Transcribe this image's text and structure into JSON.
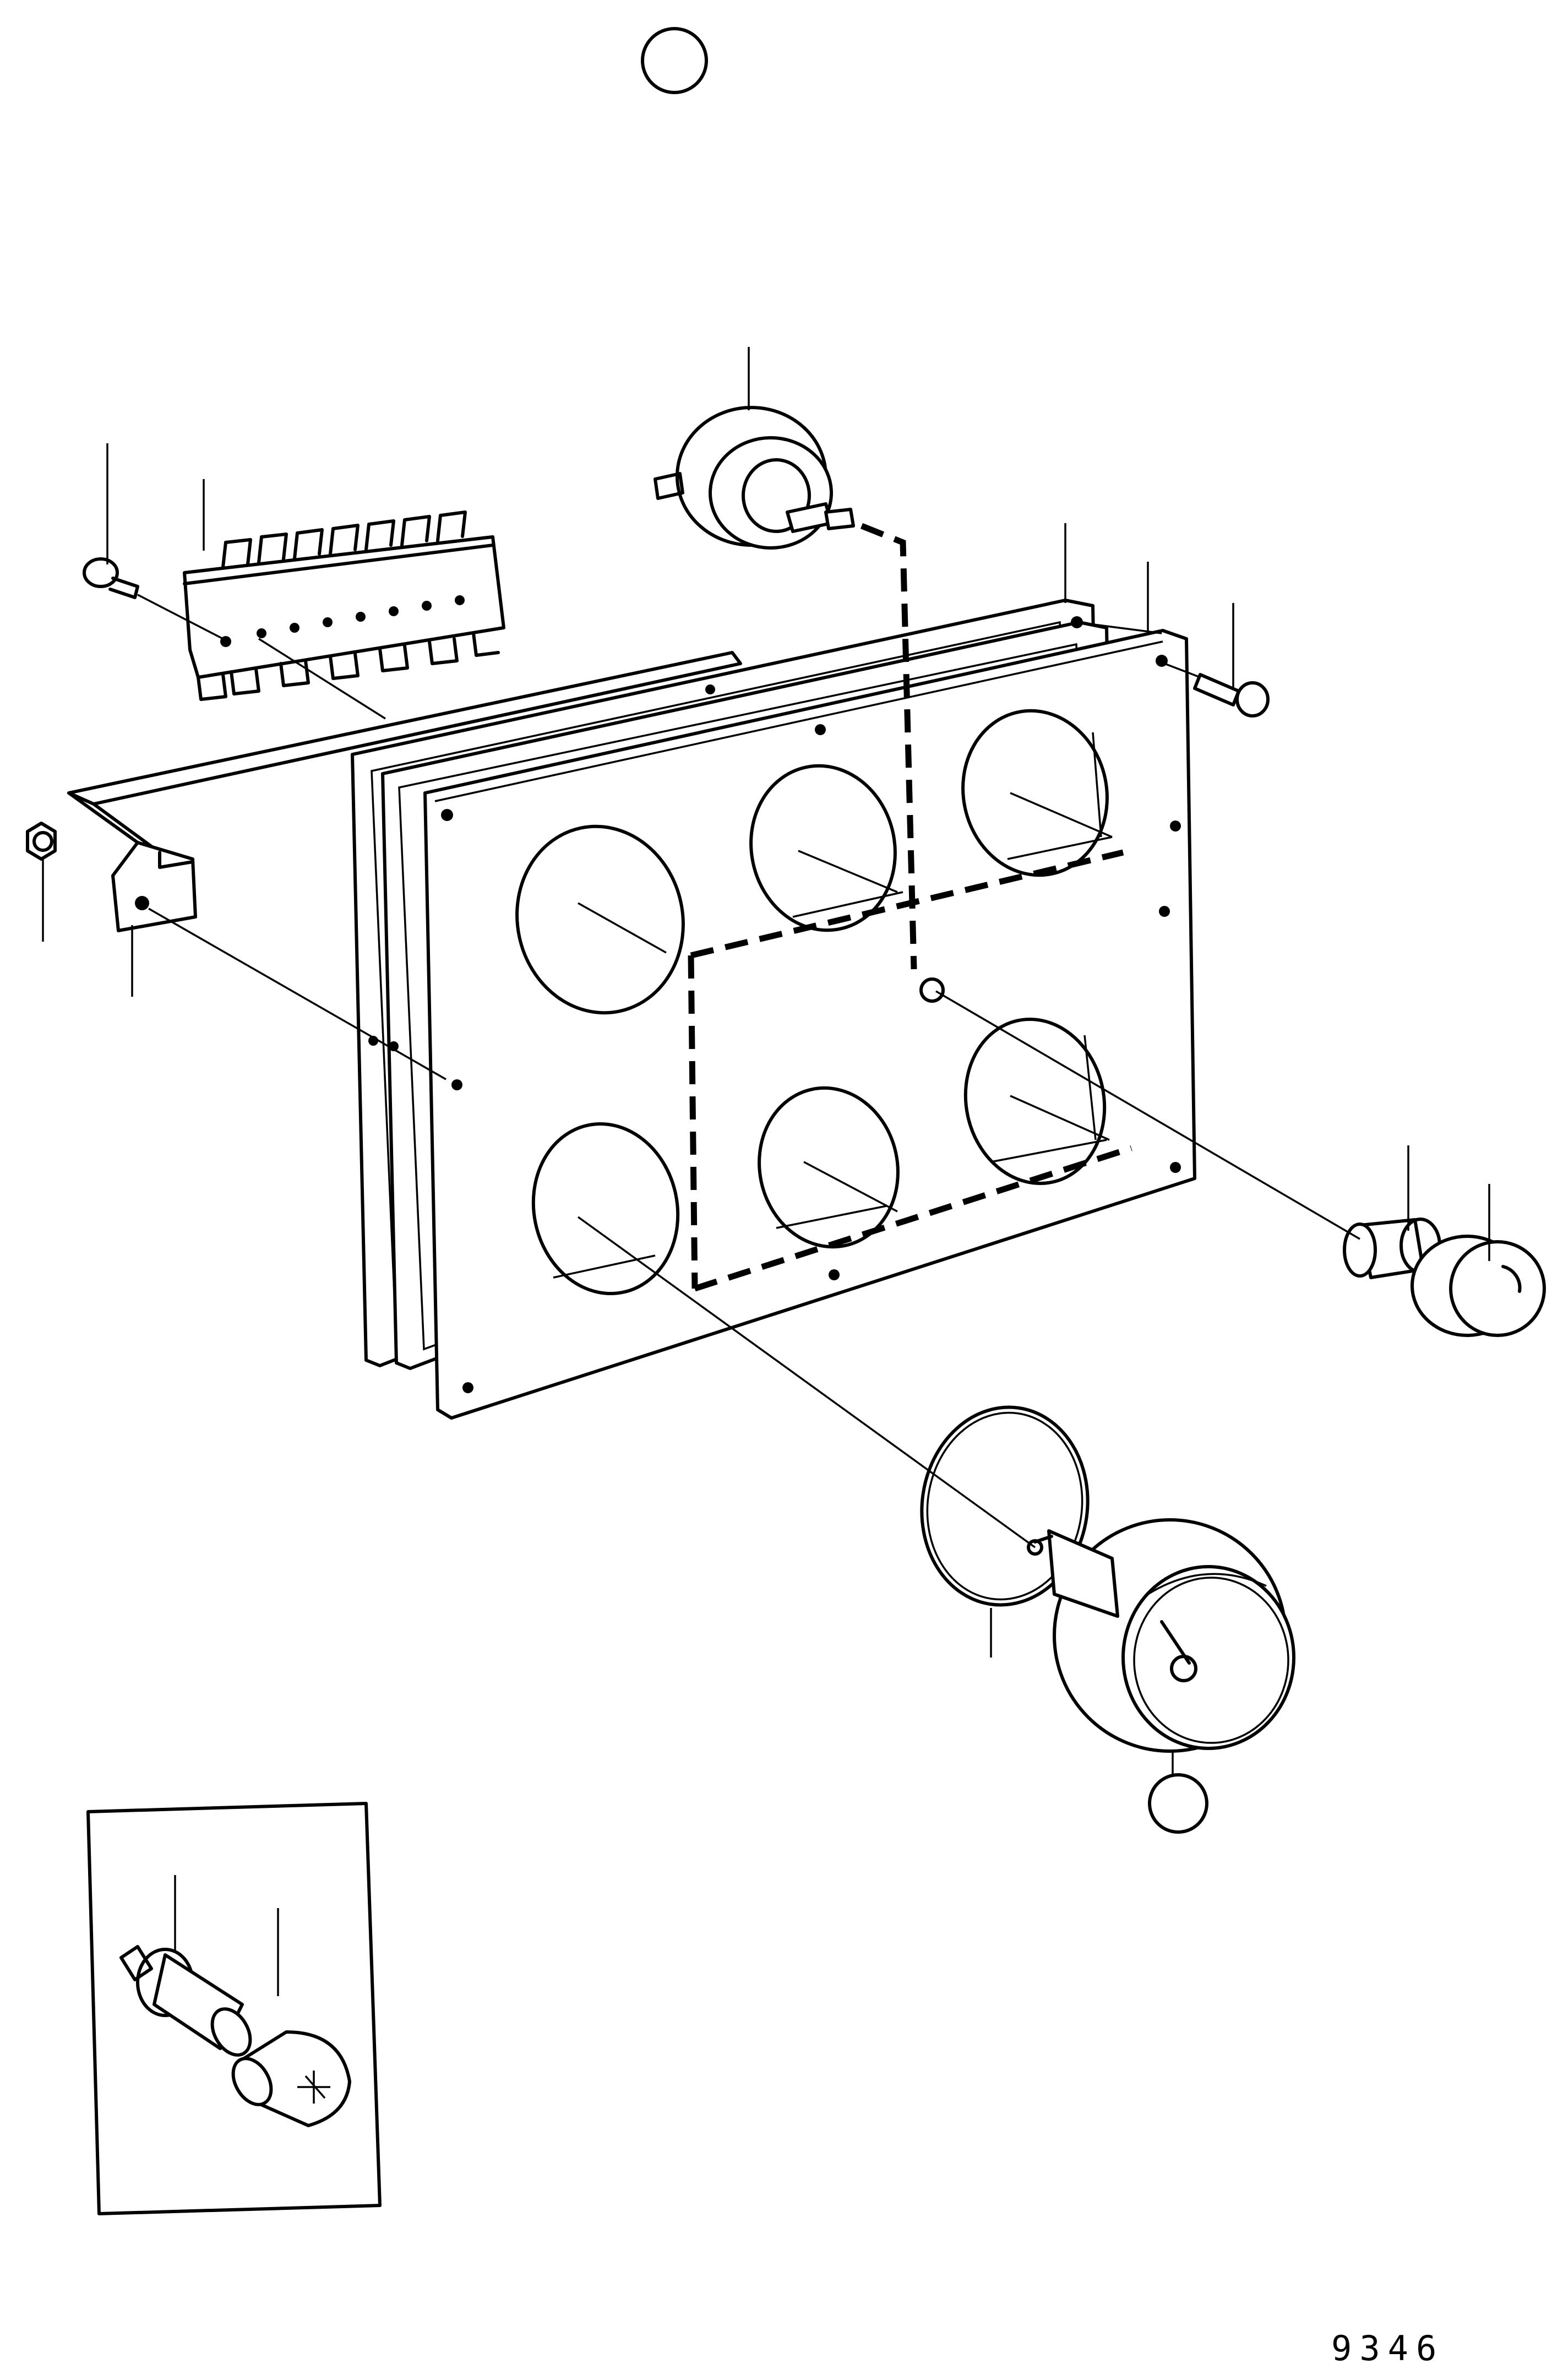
{
  "figure": {
    "number": "9346",
    "callouts": [
      {
        "id": "top",
        "label": ""
      },
      {
        "id": "bottom",
        "label": ""
      }
    ]
  },
  "parts": [
    "screw-left",
    "terminal-block",
    "switch",
    "panel-gasket",
    "panel-frame",
    "front-panel",
    "screw-right",
    "nut",
    "bracket",
    "knob-sleeve",
    "knob",
    "sealing-ring",
    "gauge",
    "lamp-holder",
    "bulb"
  ]
}
